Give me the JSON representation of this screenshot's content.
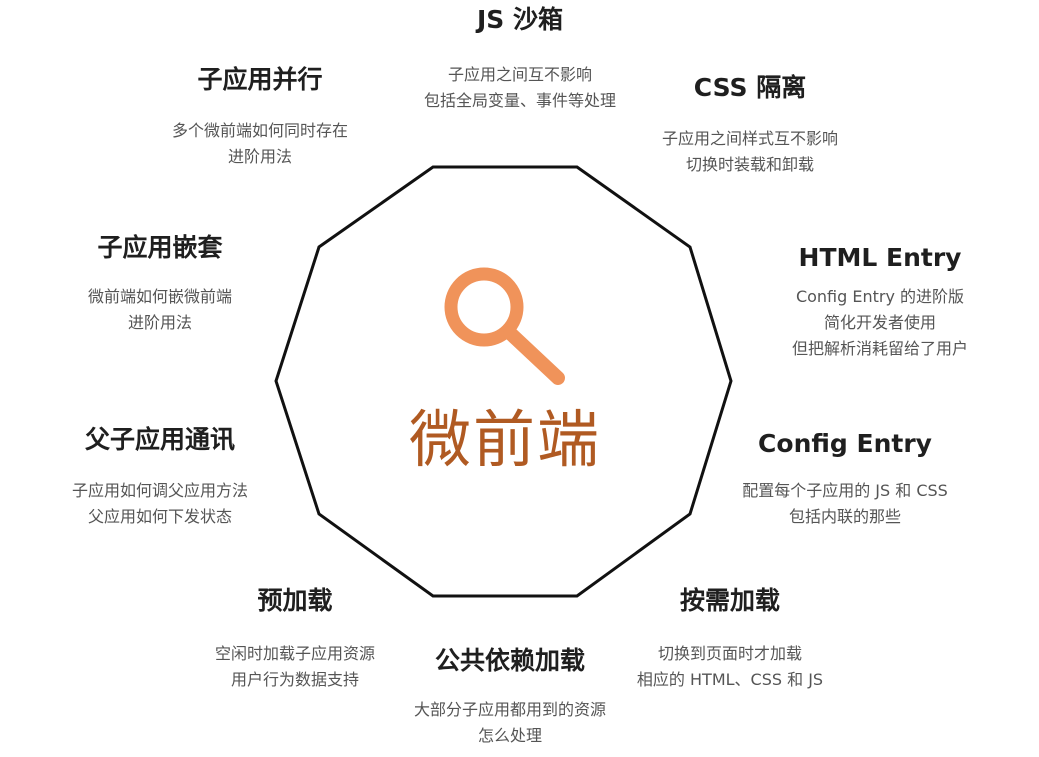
{
  "colors": {
    "accent": "#f0935a",
    "center_text": "#b05a22",
    "outline": "#111111"
  },
  "center": {
    "title": "微前端",
    "icon": "magnifier-icon"
  },
  "features": [
    {
      "id": "js-sandbox",
      "title": "JS 沙箱",
      "desc": [
        "子应用之间互不影响",
        "包括全局变量、事件等处理"
      ]
    },
    {
      "id": "css-isolation",
      "title": "CSS 隔离",
      "desc": [
        "子应用之间样式互不影响",
        "切换时装载和卸载"
      ]
    },
    {
      "id": "html-entry",
      "title": "HTML Entry",
      "desc": [
        "Config Entry 的进阶版",
        "简化开发者使用",
        "但把解析消耗留给了用户"
      ]
    },
    {
      "id": "config-entry",
      "title": "Config Entry",
      "desc": [
        "配置每个子应用的 JS 和 CSS",
        "包括内联的那些"
      ]
    },
    {
      "id": "on-demand-load",
      "title": "按需加载",
      "desc": [
        "切换到页面时才加载",
        "相应的 HTML、CSS 和 JS"
      ]
    },
    {
      "id": "shared-deps",
      "title": "公共依赖加载",
      "desc": [
        "大部分子应用都用到的资源",
        "怎么处理"
      ]
    },
    {
      "id": "preload",
      "title": "预加载",
      "desc": [
        "空闲时加载子应用资源",
        "用户行为数据支持"
      ]
    },
    {
      "id": "parent-child-comm",
      "title": "父子应用通讯",
      "desc": [
        "子应用如何调父应用方法",
        "父应用如何下发状态"
      ]
    },
    {
      "id": "nesting",
      "title": "子应用嵌套",
      "desc": [
        "微前端如何嵌微前端",
        "进阶用法"
      ]
    },
    {
      "id": "parallel",
      "title": "子应用并行",
      "desc": [
        "多个微前端如何同时存在",
        "进阶用法"
      ]
    }
  ]
}
